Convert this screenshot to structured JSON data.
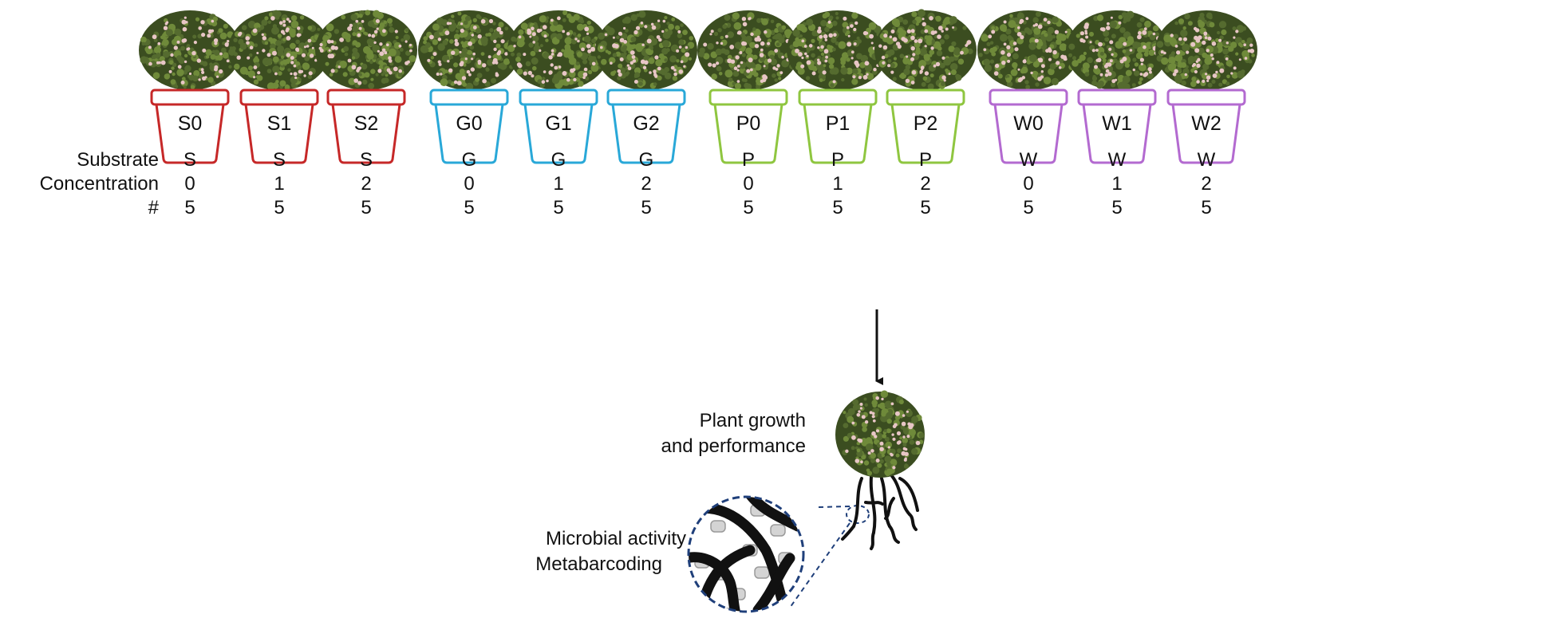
{
  "groups": [
    {
      "color": "#c62828",
      "pots": [
        {
          "label": "S0",
          "substrate": "S",
          "concentration": "0",
          "n": "5"
        },
        {
          "label": "S1",
          "substrate": "S",
          "concentration": "1",
          "n": "5"
        },
        {
          "label": "S2",
          "substrate": "S",
          "concentration": "2",
          "n": "5"
        }
      ]
    },
    {
      "color": "#29a8d8",
      "pots": [
        {
          "label": "G0",
          "substrate": "G",
          "concentration": "0",
          "n": "5"
        },
        {
          "label": "G1",
          "substrate": "G",
          "concentration": "1",
          "n": "5"
        },
        {
          "label": "G2",
          "substrate": "G",
          "concentration": "2",
          "n": "5"
        }
      ]
    },
    {
      "color": "#8fc640",
      "pots": [
        {
          "label": "P0",
          "substrate": "P",
          "concentration": "0",
          "n": "5"
        },
        {
          "label": "P1",
          "substrate": "P",
          "concentration": "1",
          "n": "5"
        },
        {
          "label": "P2",
          "substrate": "P",
          "concentration": "2",
          "n": "5"
        }
      ]
    },
    {
      "color": "#b36ad0",
      "pots": [
        {
          "label": "W0",
          "substrate": "W",
          "concentration": "0",
          "n": "5"
        },
        {
          "label": "W1",
          "substrate": "W",
          "concentration": "1",
          "n": "5"
        },
        {
          "label": "W2",
          "substrate": "W",
          "concentration": "2",
          "n": "5"
        }
      ]
    }
  ],
  "rows": {
    "substrate": "Substrate",
    "concentration": "Concentration",
    "count": "#"
  },
  "outcome": {
    "plant_line1": "Plant growth",
    "plant_line2": "and performance",
    "microbe_line1": "Microbial activity",
    "microbe_line2": "Metabarcoding"
  },
  "colors": {
    "foliage": "#556b2f",
    "foliage_dark": "#3b4d20",
    "flower": "#e8c6c6",
    "zoom_border": "#1f3f7a",
    "root": "#111111"
  }
}
